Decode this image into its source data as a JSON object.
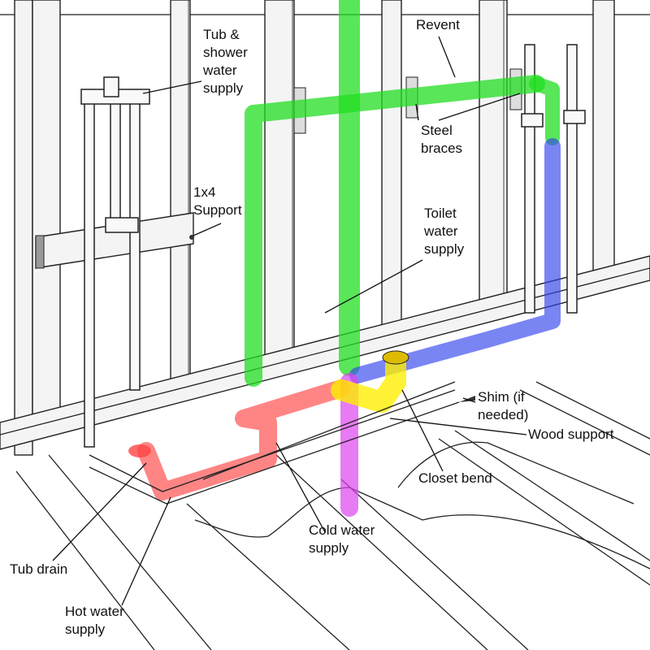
{
  "labels": {
    "tub_shower_supply": "Tub &\nshower\nwater\nsupply",
    "revent": "Revent",
    "steel_braces": "Steel\nbraces",
    "support_1x4": "1x4\nSupport",
    "toilet_supply": "Toilet\nwater\nsupply",
    "shim": "Shim (if\nneeded)",
    "wood_support": "Wood support",
    "closet_bend": "Closet bend",
    "cold_water": "Cold water\nsupply",
    "tub_drain": "Tub drain",
    "hot_water": "Hot water\nsupply"
  },
  "colors": {
    "vent": "#22dd22",
    "drain": "#ff4444",
    "toilet_drain": "#ffee00",
    "main_stack": "#dd44ee",
    "blue_line": "#3344ee",
    "line": "#111111"
  }
}
